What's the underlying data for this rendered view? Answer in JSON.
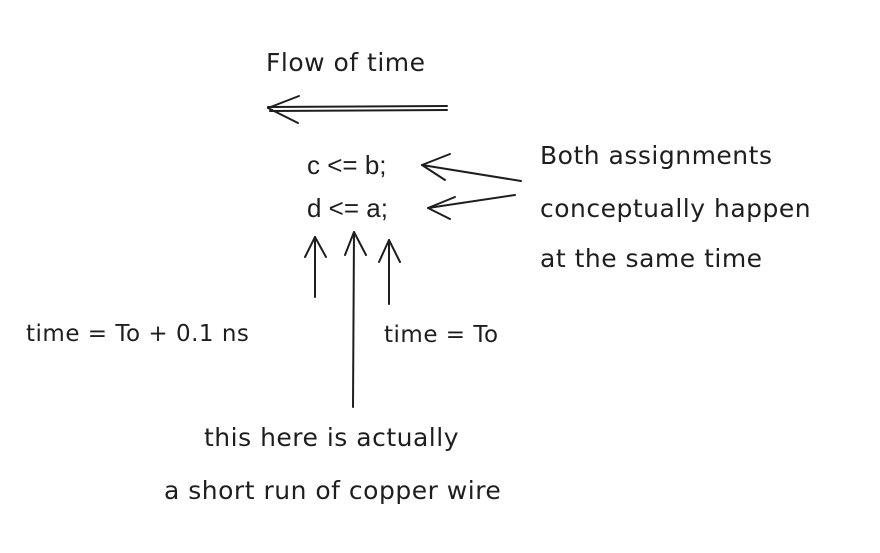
{
  "diagram": {
    "flow_label": "Flow of time",
    "code_lines": [
      "c <= b;",
      "d <= a;"
    ],
    "note_lines": [
      "Both assignments",
      "conceptually happen",
      "at the same time"
    ],
    "time_left": "time = To + 0.1 ns",
    "time_right": "time = To",
    "wire_lines": [
      "this here is actually",
      "a short run of copper wire"
    ]
  },
  "colors": {
    "ink": "#1e1e1e",
    "background": "#ffffff"
  }
}
